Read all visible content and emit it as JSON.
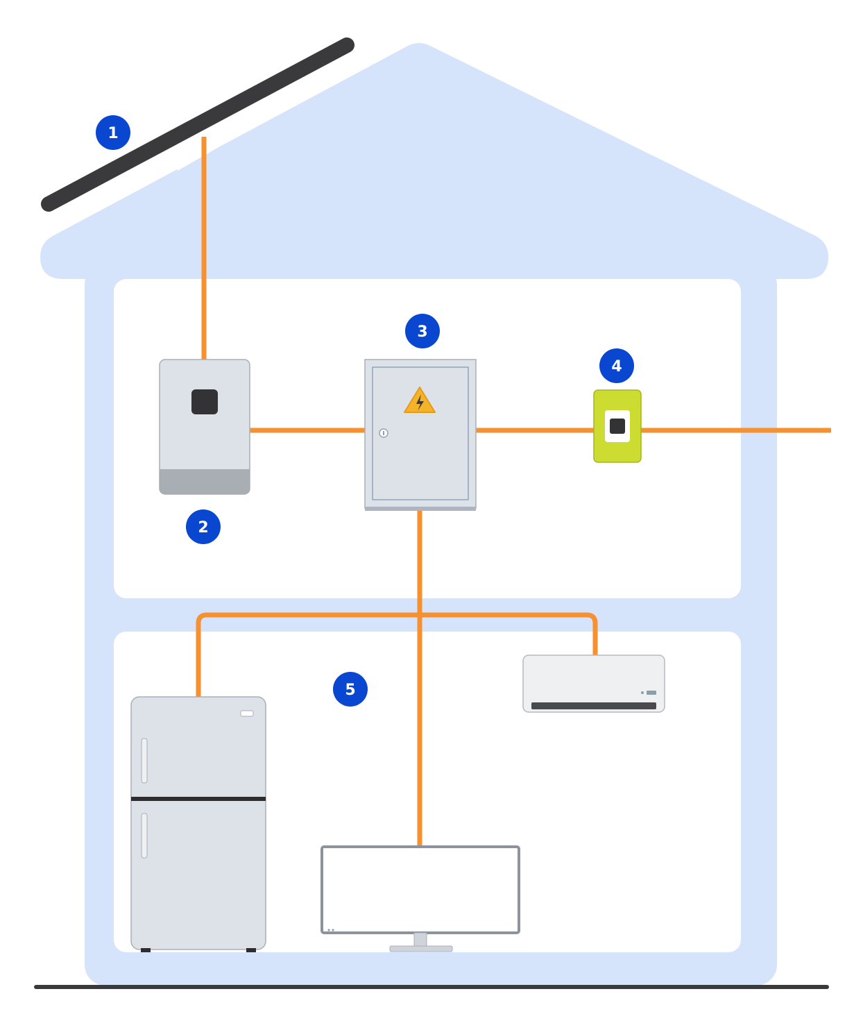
{
  "colors": {
    "house": "#d6e4fb",
    "interior": "#ffffff",
    "wire": "#f7902e",
    "badge": "#0a47d0",
    "panel": "#3a3a3c",
    "ground": "#3a3a3c",
    "appliance": "#dde2e8",
    "appliance_stroke": "#a8afb8",
    "meter": "#cddc30"
  },
  "badges": [
    {
      "id": "solar-panel",
      "label": "1"
    },
    {
      "id": "inverter",
      "label": "2"
    },
    {
      "id": "distribution-board",
      "label": "3"
    },
    {
      "id": "meter",
      "label": "4"
    },
    {
      "id": "appliances",
      "label": "5"
    }
  ],
  "icons": {
    "warning": "high-voltage-warning-icon",
    "lock": "lock-icon"
  }
}
